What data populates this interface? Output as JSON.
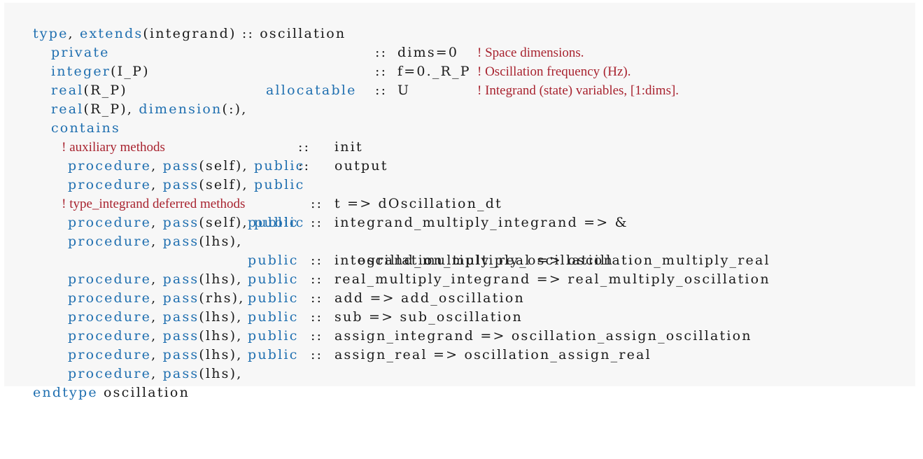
{
  "code": {
    "l1": {
      "kw1": "type",
      "p1": ", ",
      "kw2": "extends",
      "p2": "(integrand) :: oscillation"
    },
    "l2": {
      "kw1": "private"
    },
    "l3": {
      "kw1": "integer",
      "p1": "(I_P)",
      "sep": "::",
      "decl": "dims=0",
      "comment": "! Space dimensions."
    },
    "l4": {
      "kw1": "real",
      "p1": "(R_P)",
      "sep": "::",
      "decl": "f=0._R_P",
      "comment": "! Oscillation frequency (Hz)."
    },
    "l5": {
      "kw1": "real",
      "p1": "(R_P), ",
      "kw2": "dimension",
      "p2": "(:),",
      "kw3": "allocatable",
      "sep": "::",
      "decl": "U",
      "comment": "! Integrand (state) variables, [1:dims]."
    },
    "l6": {
      "kw1": "contains"
    },
    "l7": {
      "comment": "! auxiliary methods"
    },
    "l8": {
      "kw1": "procedure",
      "p1": ", ",
      "kw2": "pass",
      "p2": "(self), ",
      "kw3": "public",
      "sep": "::",
      "decl": "init"
    },
    "l9": {
      "kw1": "procedure",
      "p1": ", ",
      "kw2": "pass",
      "p2": "(self), ",
      "kw3": "public",
      "sep": "::",
      "decl": "output"
    },
    "l10": {
      "comment": "! type_integrand deferred methods"
    },
    "l11": {
      "kw1": "procedure",
      "p1": ", ",
      "kw2": "pass",
      "p2": "(self), ",
      "kw3": "public",
      "sep": "::",
      "decl": "t => dOscillation_dt"
    },
    "l12": {
      "kw1": "procedure",
      "p1": ", ",
      "kw2": "pass",
      "p2": "(lhs), ",
      "kw3": "public",
      "sep": "::",
      "decl": "integrand_multiply_integrand => &"
    },
    "l13": {
      "decl": "oscillation_multiply_oscillation"
    },
    "l14": {
      "kw1": "procedure",
      "p1": ", ",
      "kw2": "pass",
      "p2": "(lhs), ",
      "kw3": "public",
      "sep": "::",
      "decl": "integrand_multiply_real => oscillation_multiply_real"
    },
    "l15": {
      "kw1": "procedure",
      "p1": ", ",
      "kw2": "pass",
      "p2": "(rhs), ",
      "kw3": "public",
      "sep": "::",
      "decl": "real_multiply_integrand => real_multiply_oscillation"
    },
    "l16": {
      "kw1": "procedure",
      "p1": ", ",
      "kw2": "pass",
      "p2": "(lhs), ",
      "kw3": "public",
      "sep": "::",
      "decl": "add => add_oscillation"
    },
    "l17": {
      "kw1": "procedure",
      "p1": ", ",
      "kw2": "pass",
      "p2": "(lhs), ",
      "kw3": "public",
      "sep": "::",
      "decl": "sub => sub_oscillation"
    },
    "l18": {
      "kw1": "procedure",
      "p1": ", ",
      "kw2": "pass",
      "p2": "(lhs), ",
      "kw3": "public",
      "sep": "::",
      "decl": "assign_integrand => oscillation_assign_oscillation"
    },
    "l19": {
      "kw1": "procedure",
      "p1": ", ",
      "kw2": "pass",
      "p2": "(lhs), ",
      "kw3": "public",
      "sep": "::",
      "decl": "assign_real => oscillation_assign_real"
    },
    "l20": {
      "kw1": "endtype",
      "p1": " oscillation"
    }
  },
  "colors": {
    "keyword": "#1f6fb0",
    "comment": "#a8232f",
    "text": "#1a1a1a",
    "background": "#f7f7f7"
  }
}
